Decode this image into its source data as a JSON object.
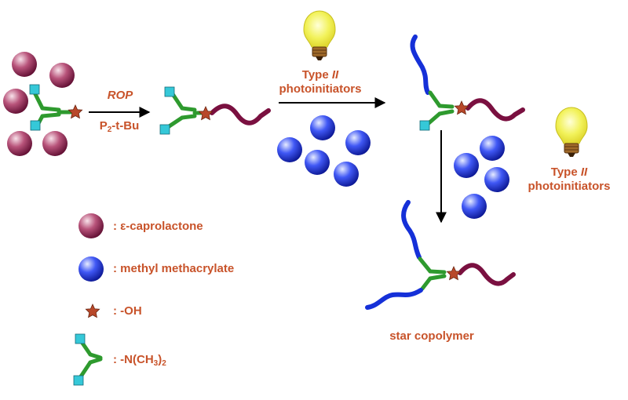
{
  "step1": {
    "top_label": "ROP",
    "bottom_prefix": "P",
    "bottom_sub": "2",
    "bottom_suffix": "-t-Bu"
  },
  "step2": {
    "line1": "Type ",
    "roman": "II",
    "line2": "photoinitiators"
  },
  "step3": {
    "line1": "Type ",
    "roman": "II",
    "line2": "photoinitiators"
  },
  "product_label": "star copolymer",
  "legend": {
    "caprolactone": ": ε-caprolactone",
    "mma": ": methyl methacrylate",
    "oh": ": -OH",
    "amine_prefix": ": -N(CH",
    "amine_sub": "3",
    "amine_mid": ")",
    "amine_sub2": "2"
  },
  "colors": {
    "label": "#c8532a",
    "caprolactone": "#8b1d4a",
    "mma": "#1a2fe0",
    "pcl_chain": "#7a1040",
    "pmma_chain": "#1530d8",
    "initiator_arm": "#2e9a2e",
    "amine_square": "#35c8d8",
    "oh_star": "#b8482a",
    "bulb": "#f2f25a"
  }
}
